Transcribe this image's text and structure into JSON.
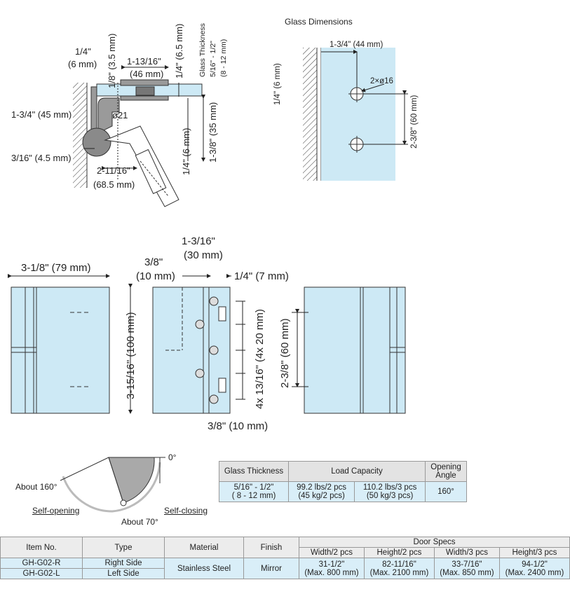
{
  "glass_dimensions": {
    "title": "Glass Dimensions",
    "top_offset": "1-3/4\" (44 mm)",
    "edge_gap": "1/4\" (6 mm)",
    "holes": "2×ø16",
    "hole_spacing": "2-3/8\" (60 mm)"
  },
  "side_view": {
    "gap_top_a": "1/4\"",
    "gap_top_b": "(6 mm)",
    "plate_thk": "1/8\" (3.5 mm)",
    "width_a": "1-13/16\"",
    "width_b": "(46 mm)",
    "depth_right": "1/4\" (6.5 mm)",
    "glass_a": "Glass Thickness",
    "glass_b": "5/16\" - 1/2\"",
    "glass_c": "(8 - 12 mm)",
    "height_left": "1-3/4\" (45 mm)",
    "pivot_dia": "ø21",
    "pivot_right": "1-3/8\" (35 mm)",
    "lower_gap": "1/4\" (6 mm)",
    "base_left": "3/16\" (4.5 mm)",
    "base_a": "2-11/16\"",
    "base_b": "(68.5 mm)"
  },
  "front_views": {
    "width": "3-1/8\" (79 mm)",
    "height": "3-15/16\" (100 mm)",
    "top_a": "1-3/16\"",
    "top_b": "(30 mm)",
    "left_a": "3/8\"",
    "left_b": "(10 mm)",
    "right_gap": "1/4\" (7 mm)",
    "holes_spacing": "4x 13/16\" (4x 20 mm)",
    "bottom_gap": "3/8\" (10 mm)",
    "hole_pitch": "2-3/8\" (60 mm)"
  },
  "angle_diagram": {
    "zero": "0°",
    "about_160": "About 160°",
    "self_opening": "Self-opening",
    "about_70": "About 70°",
    "self_closing": "Self-closing"
  },
  "load_table": {
    "headers": [
      "Glass Thickness",
      "Load Capacity",
      "Opening Angle"
    ],
    "thickness_a": "5/16\" - 1/2\"",
    "thickness_b": "( 8 - 12 mm)",
    "load2_a": "99.2 lbs/2 pcs",
    "load2_b": "(45 kg/2 pcs)",
    "load3_a": "110.2 lbs/3 pcs",
    "load3_b": "(50 kg/3 pcs)",
    "angle": "160°"
  },
  "spec_table": {
    "headers": [
      "Item No.",
      "Type",
      "Material",
      "Finish",
      "Door Specs"
    ],
    "sub_headers": [
      "Width/2 pcs",
      "Height/2 pcs",
      "Width/3 pcs",
      "Height/3 pcs"
    ],
    "rows": [
      {
        "item": "GH-G02-R",
        "type": "Right Side"
      },
      {
        "item": "GH-G02-L",
        "type": "Left Side"
      }
    ],
    "material": "Stainless Steel",
    "finish": "Mirror",
    "specs": [
      {
        "a": "31-1/2\"",
        "b": "(Max. 800 mm)"
      },
      {
        "a": "82-11/16\"",
        "b": "(Max. 2100 mm)"
      },
      {
        "a": "33-7/16\"",
        "b": "(Max. 850 mm)"
      },
      {
        "a": "94-1/2\"",
        "b": "(Max. 2400 mm)"
      }
    ]
  },
  "colors": {
    "glass": "#cde9f5",
    "metal": "#8a8a8a",
    "sector": "#a9a9a9"
  }
}
